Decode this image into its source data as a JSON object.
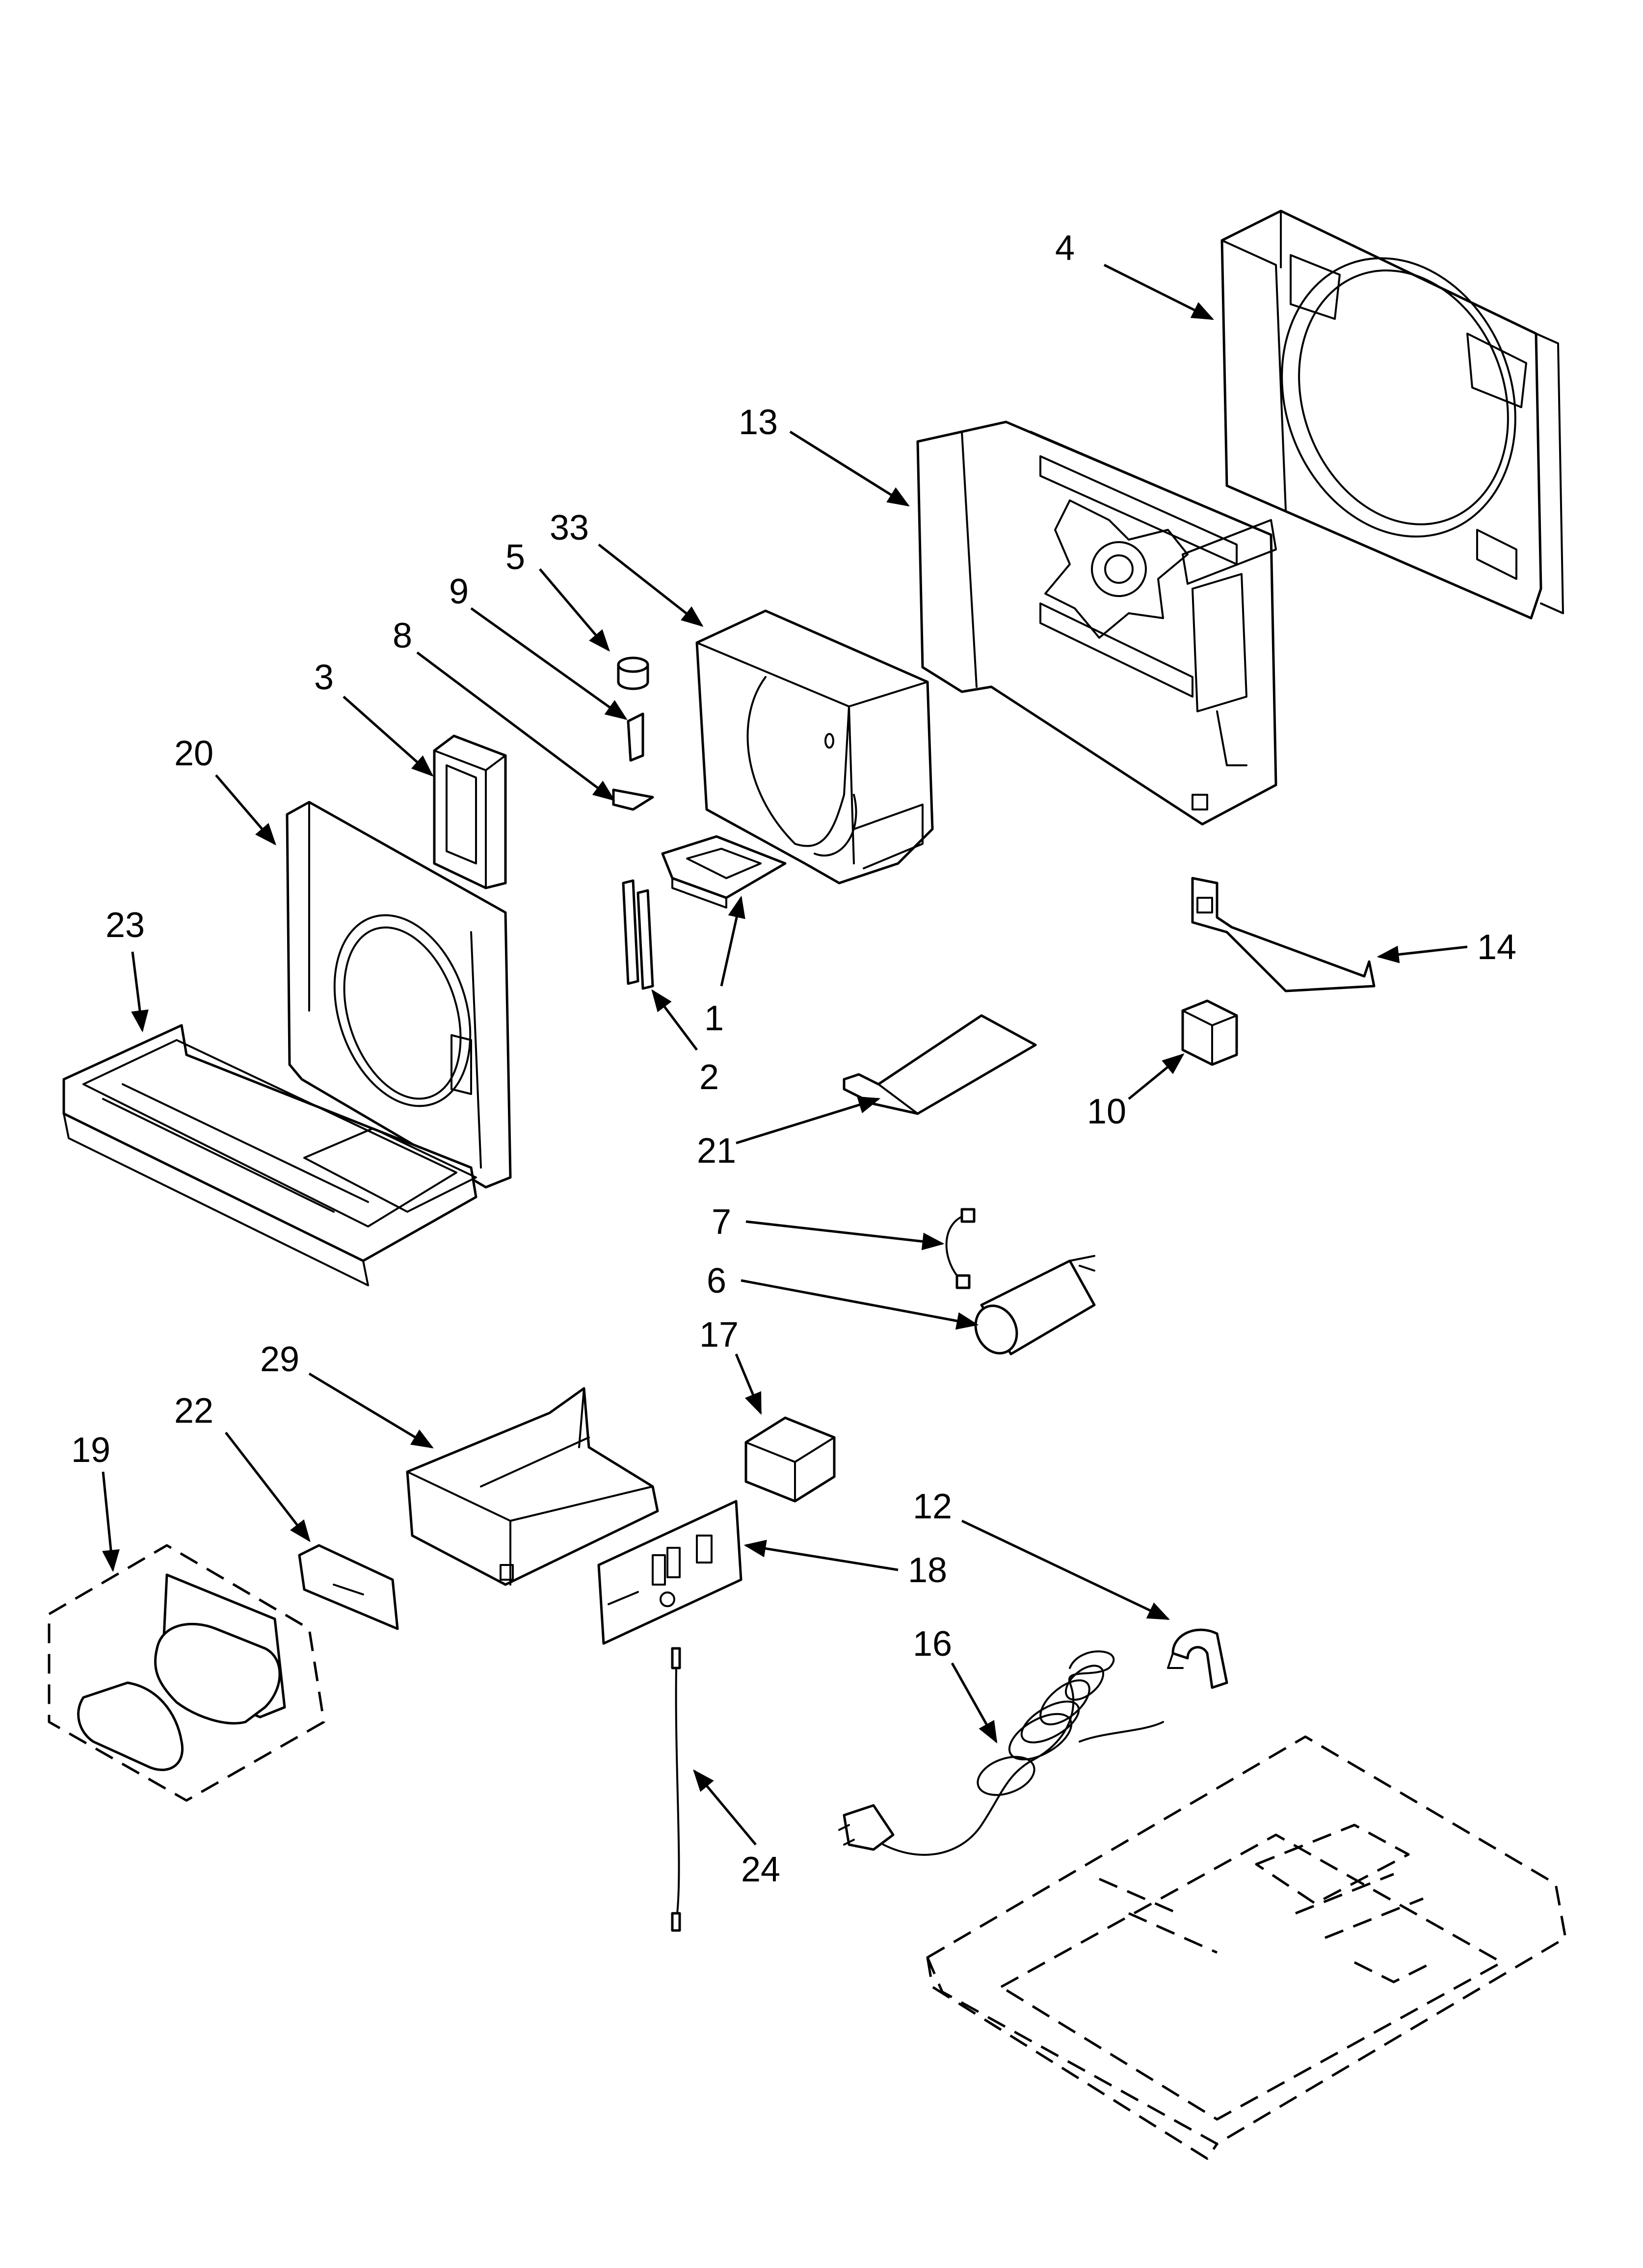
{
  "diagram": {
    "callouts": [
      {
        "id": "4",
        "label": "4"
      },
      {
        "id": "13",
        "label": "13"
      },
      {
        "id": "33",
        "label": "33"
      },
      {
        "id": "5",
        "label": "5"
      },
      {
        "id": "9",
        "label": "9"
      },
      {
        "id": "8",
        "label": "8"
      },
      {
        "id": "3",
        "label": "3"
      },
      {
        "id": "20",
        "label": "20"
      },
      {
        "id": "23",
        "label": "23"
      },
      {
        "id": "1",
        "label": "1"
      },
      {
        "id": "2",
        "label": "2"
      },
      {
        "id": "14",
        "label": "14"
      },
      {
        "id": "10",
        "label": "10"
      },
      {
        "id": "21",
        "label": "21"
      },
      {
        "id": "7",
        "label": "7"
      },
      {
        "id": "6",
        "label": "6"
      },
      {
        "id": "17",
        "label": "17"
      },
      {
        "id": "29",
        "label": "29"
      },
      {
        "id": "22",
        "label": "22"
      },
      {
        "id": "19",
        "label": "19"
      },
      {
        "id": "12",
        "label": "12"
      },
      {
        "id": "18",
        "label": "18"
      },
      {
        "id": "16",
        "label": "16"
      },
      {
        "id": "24",
        "label": "24"
      }
    ]
  }
}
